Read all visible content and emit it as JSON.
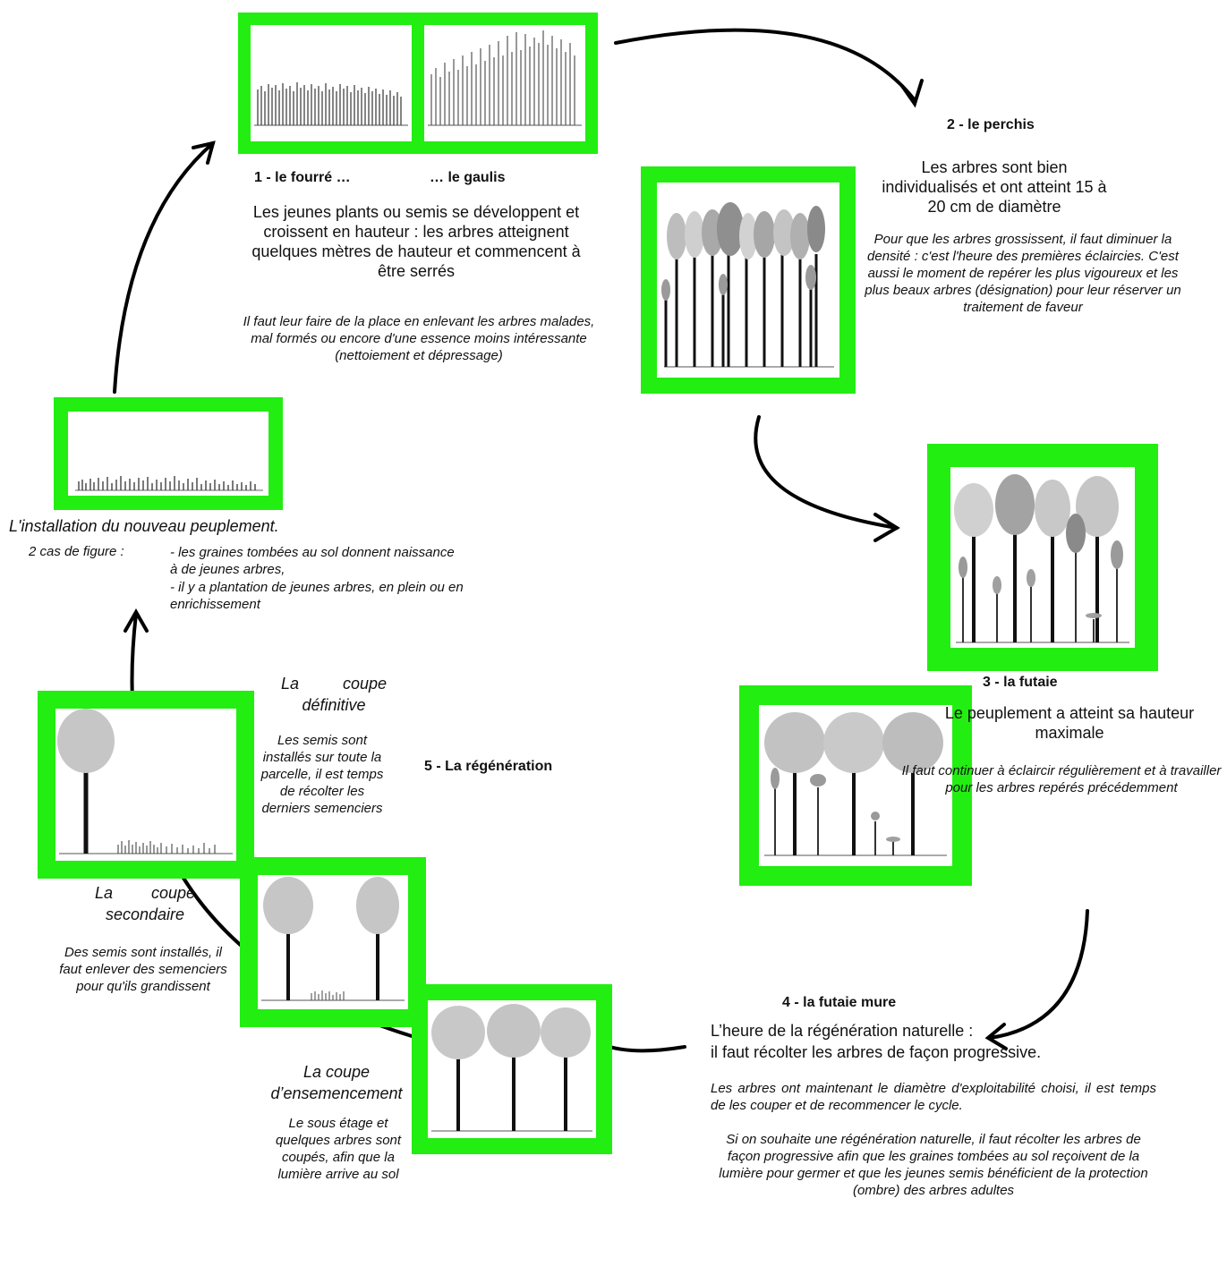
{
  "colors": {
    "frame": "#22ee11",
    "background": "#ffffff",
    "arrow": "#000000"
  },
  "stage1": {
    "title_left": "1 - le fourré …",
    "title_right": "… le gaulis",
    "text": "Les jeunes plants ou semis se développent et croissent en hauteur : les arbres atteignent quelques mètres de hauteur et commencent à être serrés",
    "note": "Il faut leur faire de la place en enlevant les arbres malades, mal formés ou encore d'une essence moins intéressante (nettoiement et dépressage)"
  },
  "stage2": {
    "title": "2 - le perchis",
    "text": "Les arbres sont bien individualisés et ont atteint 15 à 20 cm de diamètre",
    "note": "Pour que les arbres grossissent, il faut diminuer la densité : c'est l'heure des premières éclaircies. C'est aussi le moment de repérer les plus vigoureux et les plus beaux arbres (désignation) pour leur réserver un traitement de faveur"
  },
  "stage3": {
    "title": "3 - la futaie",
    "text": "Le peuplement a atteint sa hauteur maximale",
    "note": "Il faut continuer à éclaircir régulièrement et à travailler pour les arbres repérés précédemment"
  },
  "stage4": {
    "title": "4 - la futaie mure",
    "text_line1": "L’heure de la régénération naturelle :",
    "text_line2": "il faut récolter les arbres de façon progressive.",
    "note1": "Les arbres ont maintenant le diamètre d'exploitabilité choisi, il est temps de les couper et de recommencer le cycle.",
    "note2": "Si on souhaite une régénération naturelle, il faut récolter les arbres de façon progressive afin que les graines tombées au sol reçoivent de la lumière pour germer et que les jeunes semis bénéficient de la protection (ombre) des arbres adultes"
  },
  "stage5": {
    "title": "5 - La régénération",
    "definitive_title": "La coupe définitive",
    "definitive_text": "Les semis sont installés sur toute la parcelle, il est temps de récolter les derniers semenciers",
    "secondary_title": "La coupe secondaire",
    "secondary_text": "Des semis sont installés, il faut enlever des semenciers pour qu'ils grandissent",
    "seeding_title": "La coupe d’ensemencement",
    "seeding_text": "Le sous étage et quelques arbres sont coupés, afin que la lumière arrive au sol"
  },
  "installation": {
    "title": "L'installation du nouveau peuplement.",
    "cases_label": "2 cas de figure :",
    "case1": "- les graines tombées au sol donnent naissance à de jeunes arbres,",
    "case2": "- il y a plantation de jeunes arbres, en plein ou en enrichissement"
  }
}
